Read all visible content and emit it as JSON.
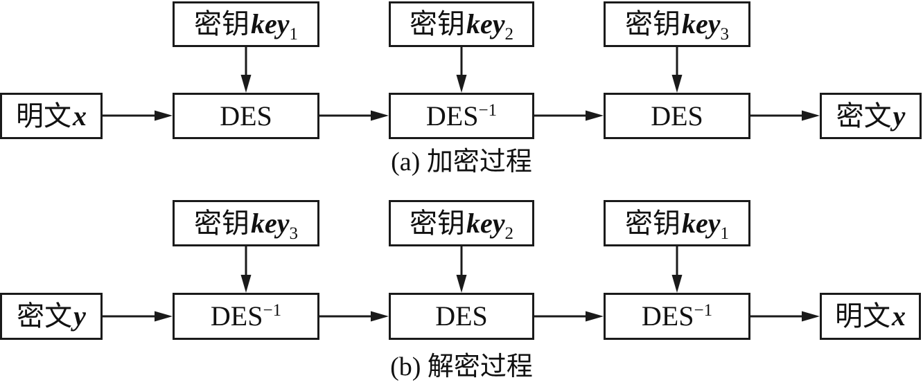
{
  "colors": {
    "line": "#1a1a1a",
    "text": "#111111",
    "background": "#ffffff"
  },
  "diagram": {
    "encrypt": {
      "caption": "(a) 加密过程",
      "input": {
        "text": "明文",
        "var": "x"
      },
      "output": {
        "text": "密文",
        "var": "y"
      },
      "keys": [
        {
          "text": "密钥",
          "var": "key",
          "sub": "1"
        },
        {
          "text": "密钥",
          "var": "key",
          "sub": "2"
        },
        {
          "text": "密钥",
          "var": "key",
          "sub": "3"
        }
      ],
      "stages": [
        {
          "base": "DES",
          "sup": ""
        },
        {
          "base": "DES",
          "sup": "−1"
        },
        {
          "base": "DES",
          "sup": ""
        }
      ]
    },
    "decrypt": {
      "caption": "(b) 解密过程",
      "input": {
        "text": "密文",
        "var": "y"
      },
      "output": {
        "text": "明文",
        "var": "x"
      },
      "keys": [
        {
          "text": "密钥",
          "var": "key",
          "sub": "3"
        },
        {
          "text": "密钥",
          "var": "key",
          "sub": "2"
        },
        {
          "text": "密钥",
          "var": "key",
          "sub": "1"
        }
      ],
      "stages": [
        {
          "base": "DES",
          "sup": "−1"
        },
        {
          "base": "DES",
          "sup": ""
        },
        {
          "base": "DES",
          "sup": "−1"
        }
      ]
    }
  }
}
